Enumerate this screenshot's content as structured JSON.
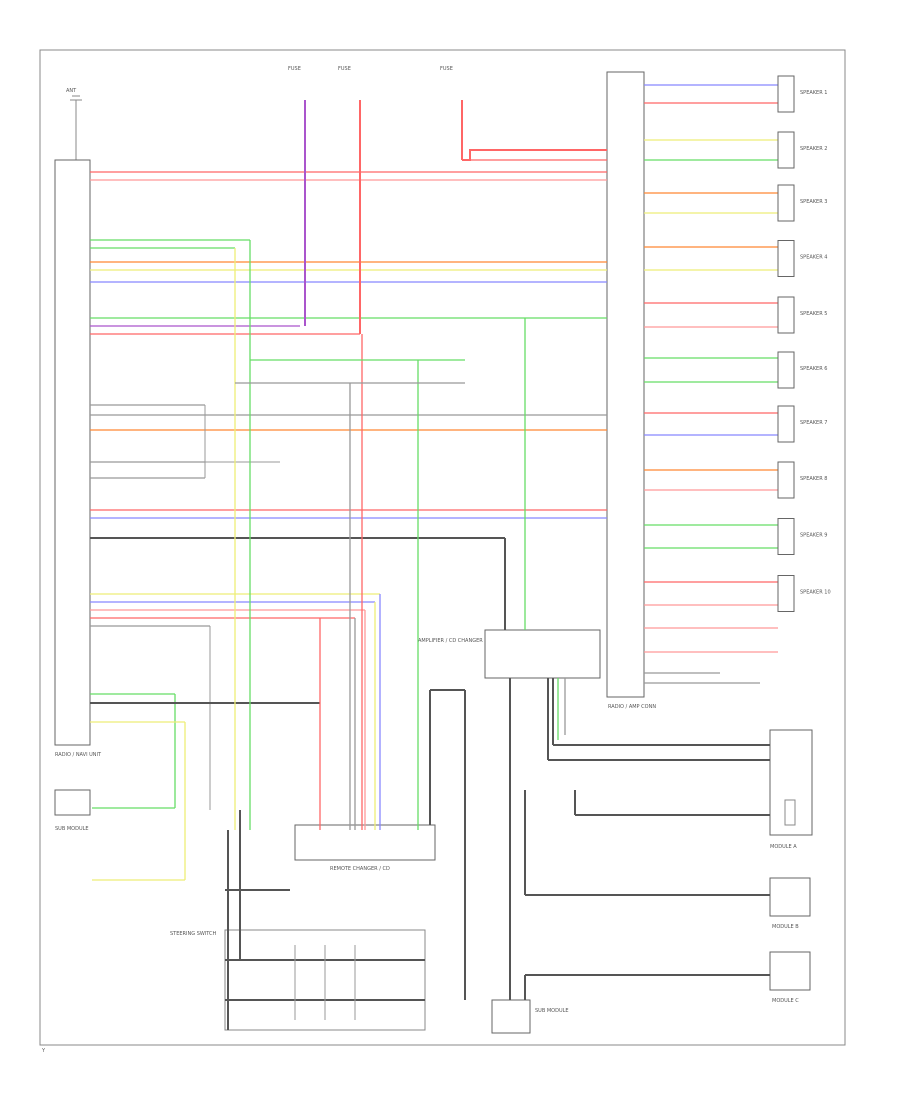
{
  "page": {
    "footer": "Y"
  },
  "diagram": {
    "colors": {
      "red": "#ff6666",
      "pink": "#ff9999",
      "green": "#66dd66",
      "orange": "#ff8833",
      "yellow": "#eeee77",
      "blue": "#8888ff",
      "purple": "#aa55cc",
      "gray": "#999999",
      "black": "#555555"
    },
    "components": {
      "radio": "RADIO / NAVI UNIT",
      "right_connector": "RADIO / AMP CONN",
      "amp": "AMPLIFIER / CD CHANGER",
      "remote_changer": "REMOTE CHANGER / CD",
      "steering_switch": "STEERING SWITCH",
      "sub_module": "SUB MODULE",
      "sub_module_lower": "SUB MODULE",
      "antenna": "ANT",
      "speakers": [
        "SPEAKER 1",
        "SPEAKER 2",
        "SPEAKER 3",
        "SPEAKER 4",
        "SPEAKER 5",
        "SPEAKER 6",
        "SPEAKER 7",
        "SPEAKER 8",
        "SPEAKER 9",
        "SPEAKER 10"
      ],
      "right_modules": [
        "MODULE A",
        "MODULE B",
        "MODULE C"
      ]
    },
    "fuses": [
      "FUSE",
      "FUSE",
      "FUSE"
    ]
  }
}
